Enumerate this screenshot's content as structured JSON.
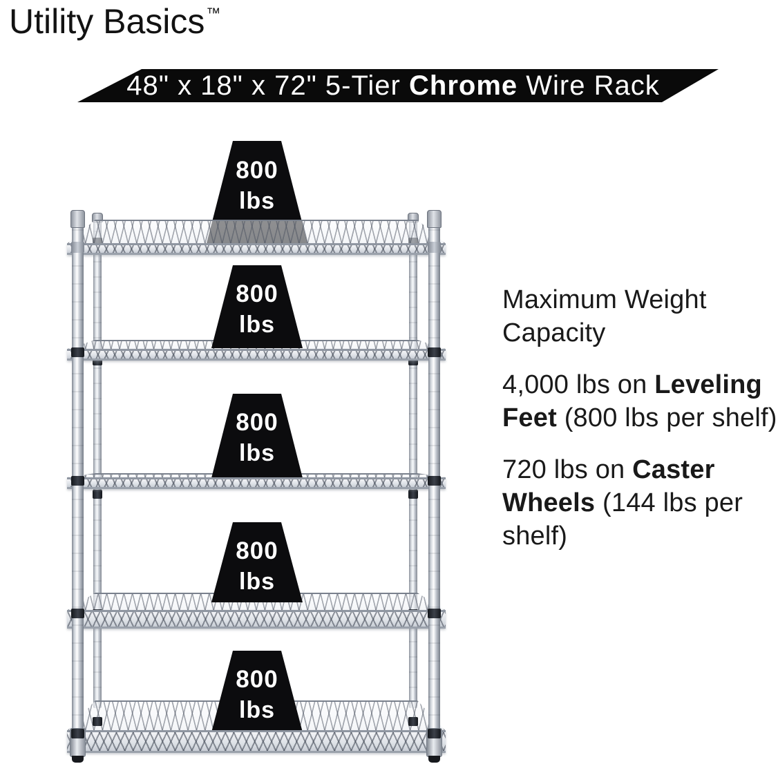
{
  "logo": {
    "text": "Utility Basics",
    "trademark": "™"
  },
  "banner": {
    "pre": "48\" x 18\" x 72\" 5-Tier ",
    "bold": "Chrome",
    "post": " Wire Rack",
    "background": "#0a0a0a",
    "text_color": "#ffffff"
  },
  "rack": {
    "description": "5-tier chrome wire shelving rack with leveling feet",
    "tiers": 5,
    "shelf_capacities": [
      {
        "value": "800",
        "unit": "lbs"
      },
      {
        "value": "800",
        "unit": "lbs"
      },
      {
        "value": "800",
        "unit": "lbs"
      },
      {
        "value": "800",
        "unit": "lbs"
      },
      {
        "value": "800",
        "unit": "lbs"
      }
    ]
  },
  "right_panel": {
    "heading": "Maximum Weight Capacity",
    "spec1": {
      "pre": "4,000 lbs on ",
      "bold": "Leveling Feet",
      "post": " (800 lbs per shelf)"
    },
    "spec2": {
      "pre": "720 lbs on ",
      "bold": "Caster Wheels",
      "post": " (144 lbs per shelf)"
    }
  },
  "colors": {
    "chrome_light": "#f4f6f8",
    "chrome_mid": "#c7ccd4",
    "chrome_dark": "#8d939e",
    "wire_line": "#49505e",
    "weight_badge_bg": "#0c0c0e",
    "weight_badge_text": "#ffffff",
    "banner_bg": "#0a0a0a",
    "text": "#191919"
  }
}
